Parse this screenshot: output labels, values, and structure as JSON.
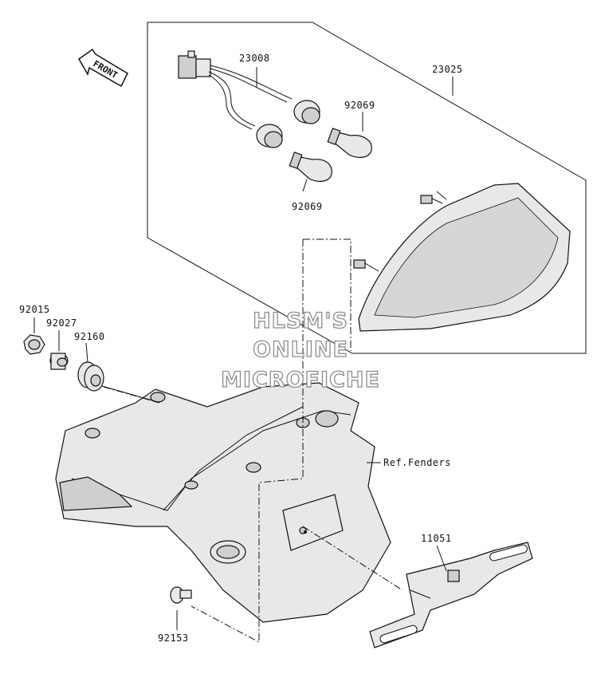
{
  "callouts": {
    "p23008": "23008",
    "p23025": "23025",
    "p92069_a": "92069",
    "p92069_b": "92069",
    "p92015": "92015",
    "p92027": "92027",
    "p92160": "92160",
    "ref_fenders": "Ref.Fenders",
    "p11051": "11051",
    "p92153": "92153"
  },
  "front_arrow": "FRONT",
  "watermark": {
    "line1": "HLSM'S",
    "line2": "ONLINE",
    "line3": "MICROFICHE"
  }
}
